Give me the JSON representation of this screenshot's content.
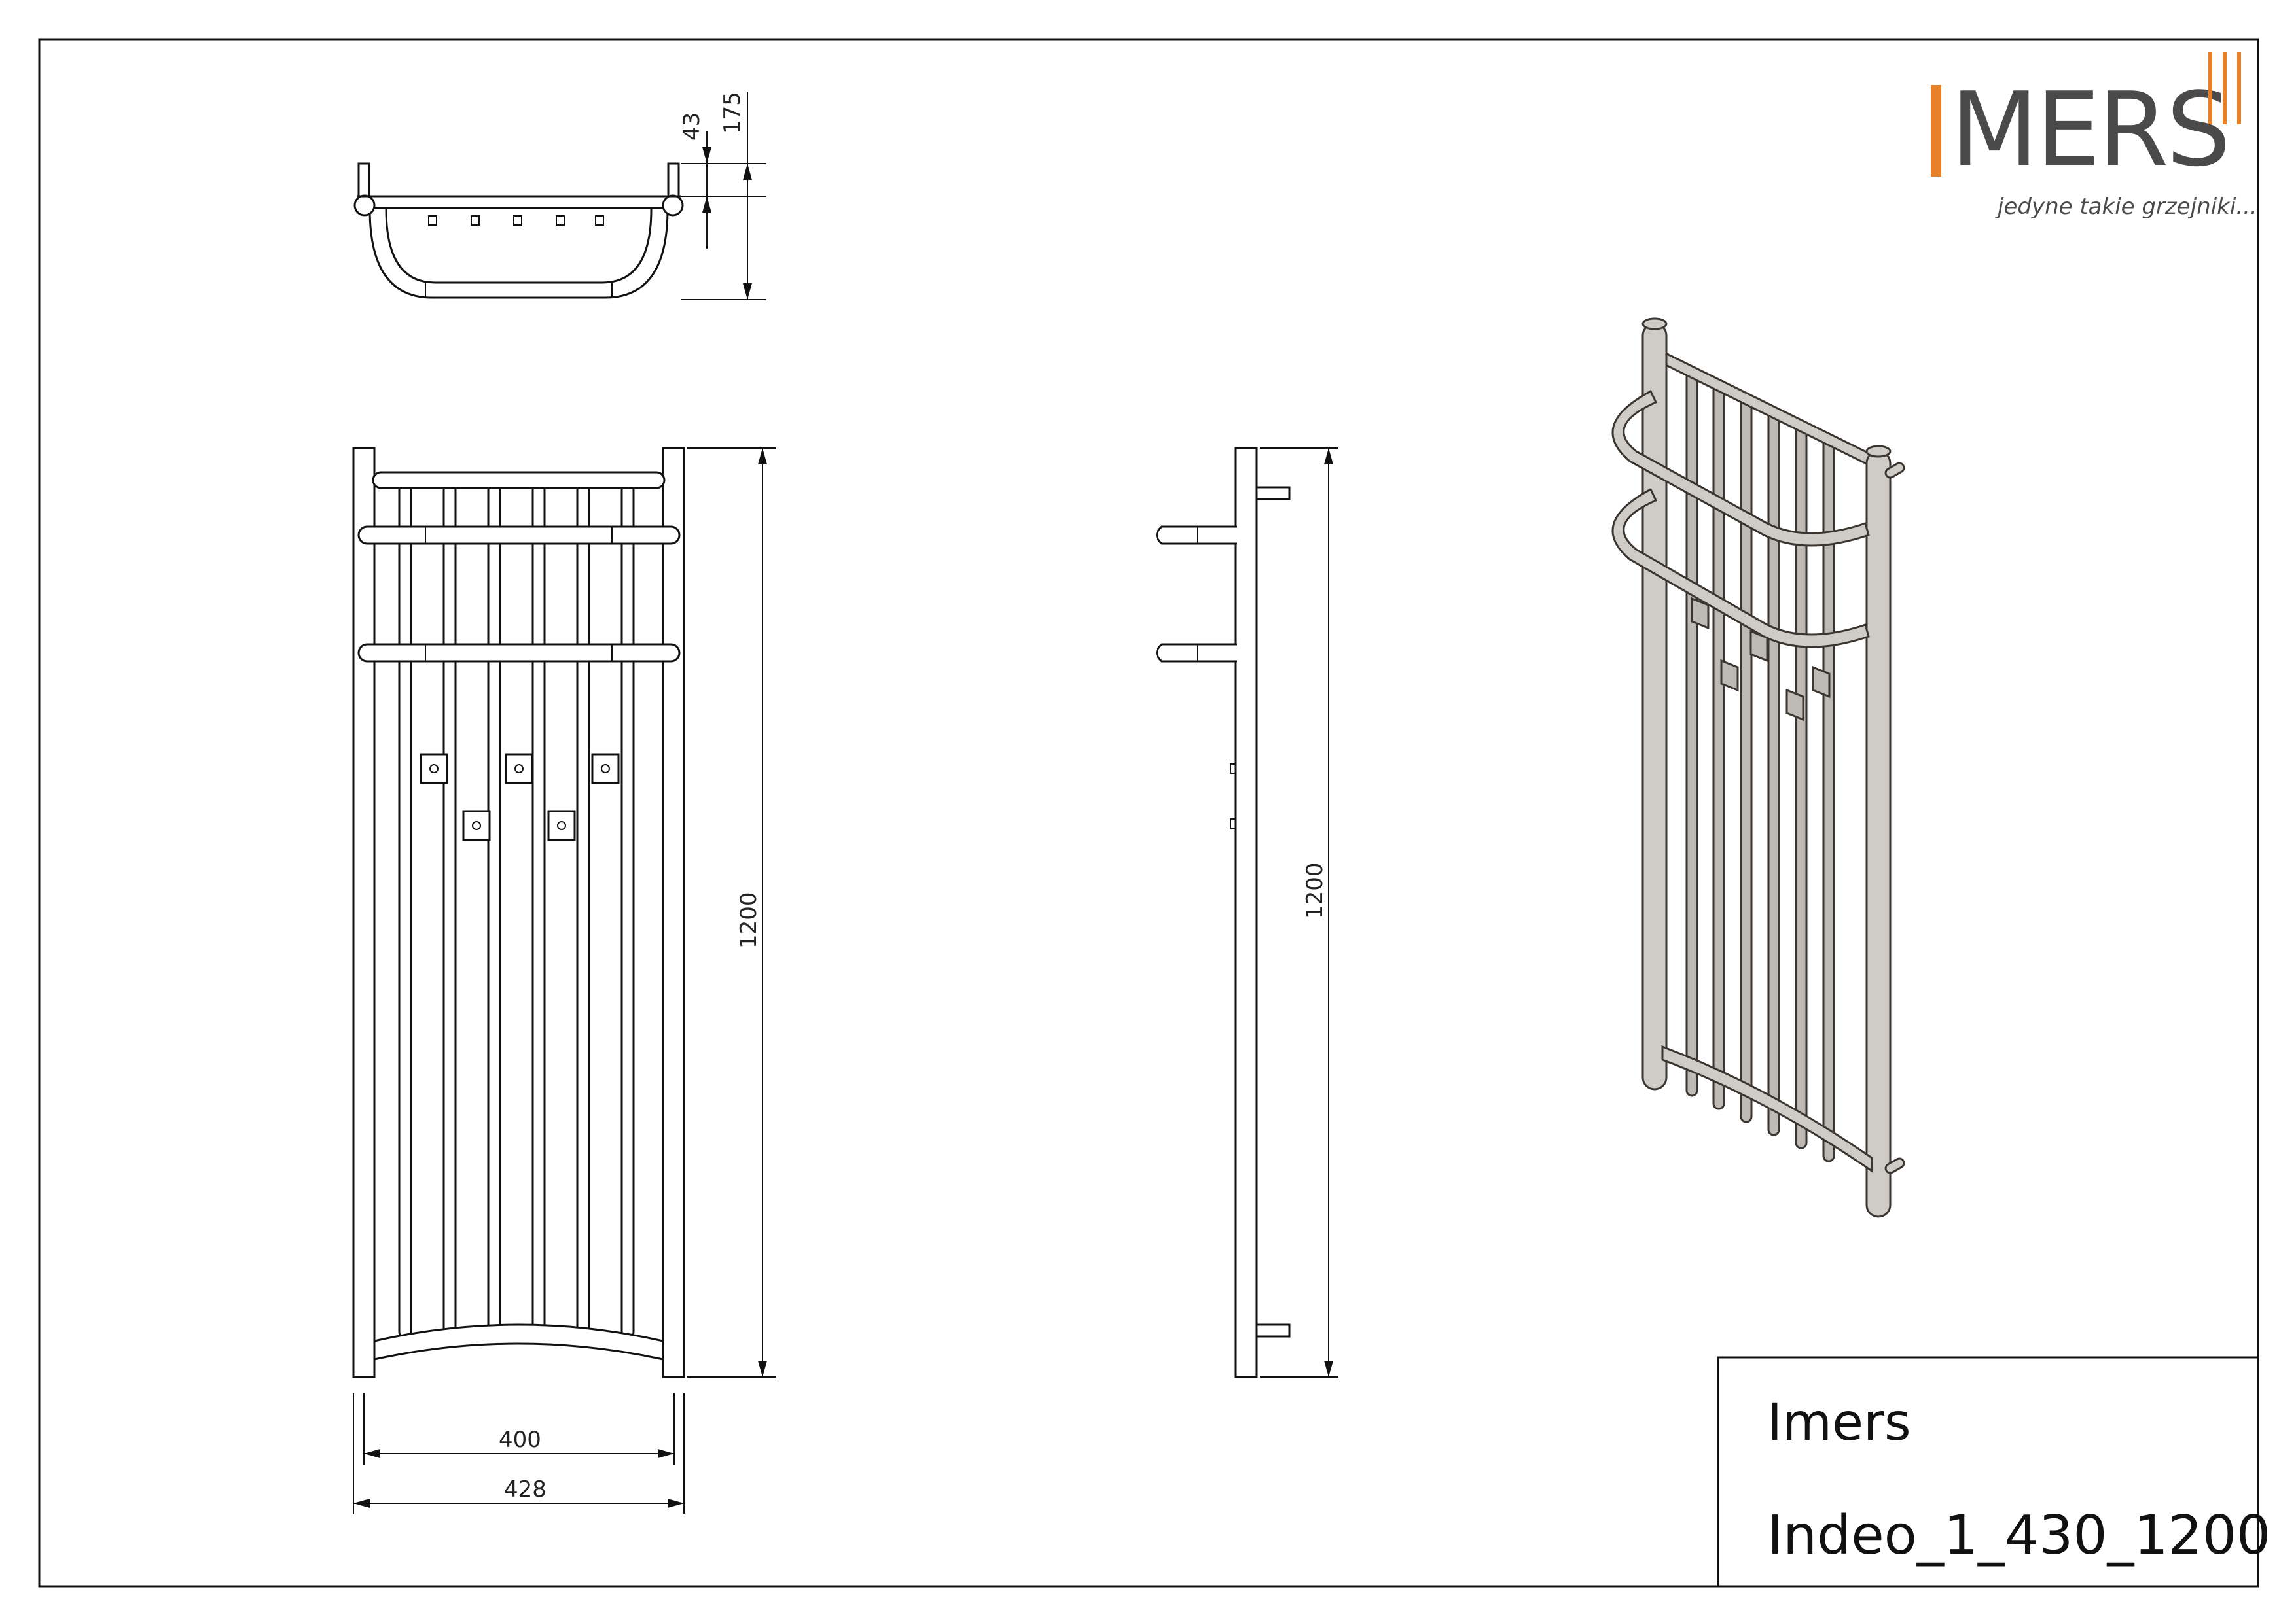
{
  "brand": {
    "logo_text": "MERS",
    "tagline": "jedyne takie grzejniki...",
    "accent_color": "#e8802a",
    "text_color": "#4a4a4a"
  },
  "title_block": {
    "company": "Imers",
    "model": "Indeo_1_430_1200"
  },
  "dimensions": {
    "top_view_depth_small": "43",
    "top_view_depth_total": "175",
    "front_height": "1200",
    "front_inner_width": "400",
    "front_outer_width": "428",
    "side_height": "1200"
  }
}
